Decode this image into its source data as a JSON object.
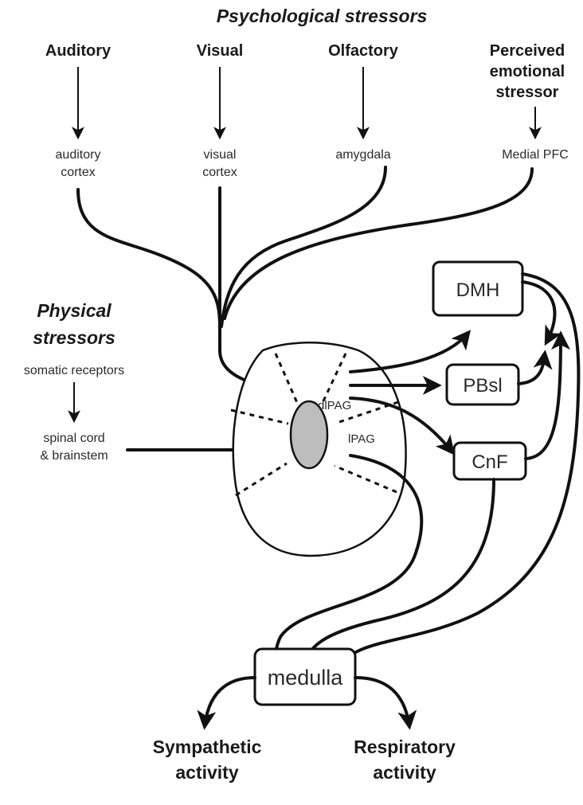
{
  "headings": {
    "psychological": "Psychological stressors",
    "physical_line1": "Physical",
    "physical_line2": "stressors"
  },
  "stimuli": {
    "auditory": "Auditory",
    "visual": "Visual",
    "olfactory": "Olfactory",
    "perceived_line1": "Perceived",
    "perceived_line2": "emotional",
    "perceived_line3": "stressor"
  },
  "regions": {
    "auditory_cortex_line1": "auditory",
    "auditory_cortex_line2": "cortex",
    "visual_cortex_line1": "visual",
    "visual_cortex_line2": "cortex",
    "amygdala": "amygdala",
    "medial_pfc": "Medial PFC",
    "somatic_receptors": "somatic receptors",
    "spinal_line1": "spinal cord",
    "spinal_line2": "& brainstem"
  },
  "pag": {
    "dlpag": "dlPAG",
    "lpag": "lPAG"
  },
  "nodes": {
    "dmh": "DMH",
    "pbsl": "PBsl",
    "cnf": "CnF",
    "medulla": "medulla"
  },
  "outputs": {
    "sympathetic_line1": "Sympathetic",
    "sympathetic_line2": "activity",
    "respiratory_line1": "Respiratory",
    "respiratory_line2": "activity"
  },
  "colors": {
    "stroke": "#111111",
    "aqueduct_fill": "#bdbdbd"
  }
}
